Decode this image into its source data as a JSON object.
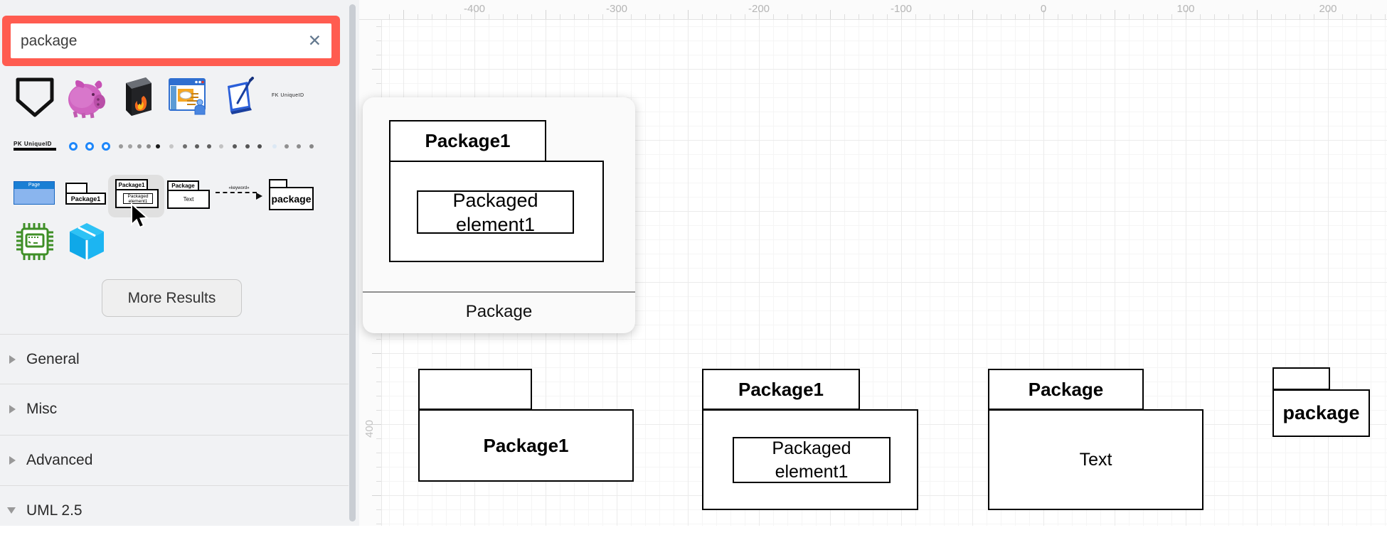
{
  "colors": {
    "search_highlight": "#ff5c50",
    "ring_blue": "#1e87fa",
    "hover_gray": "#e0e0e0",
    "chip_green": "#3f8f27",
    "cube_cyan": "#1cb5f2"
  },
  "sidebar": {
    "search": {
      "value": "package",
      "clear_glyph": "✕"
    },
    "results_row1": {
      "fk_entity_label": "FK  UniqueID"
    },
    "pk_entity_label": "PK  UniqueID",
    "result_dots": [
      "ring",
      "ring",
      "ring",
      "#9b9b9b",
      "#a3a3a3",
      "#959595",
      "#8b8b8b",
      "#1a1a1a",
      "#c6c6c6",
      "#6f6f6f",
      "#5e5e5e",
      "#606060",
      "#c2c2c2",
      "#5a5a5a",
      "#565656",
      "#505050",
      "#dce8f4",
      "#909090",
      "#8d8d8d",
      "#878787"
    ],
    "shape_row": {
      "page_label": "Page",
      "package1_label": "Package1",
      "hovered": {
        "tab": "Package1",
        "line1": "Packaged",
        "line2": "element1"
      },
      "package_text": {
        "tab": "Package",
        "body": "Text"
      },
      "arrow_label": "«keyword»",
      "package_bold_label": "package"
    },
    "more_results_label": "More Results",
    "sections": [
      {
        "label": "General",
        "expanded": false
      },
      {
        "label": "Misc",
        "expanded": false
      },
      {
        "label": "Advanced",
        "expanded": false
      },
      {
        "label": "UML 2.5",
        "expanded": true
      }
    ]
  },
  "tooltip": {
    "tab": "Package1",
    "line1": "Packaged",
    "line2": "element1",
    "caption": "Package"
  },
  "rulers": {
    "horizontal_labels": [
      "-400",
      "-300",
      "-200",
      "-100",
      "0",
      "100",
      "200"
    ],
    "vertical_label": "400"
  },
  "canvas": {
    "shape_a": {
      "body": "Package1"
    },
    "shape_b": {
      "tab": "Package1",
      "line1": "Packaged",
      "line2": "element1"
    },
    "shape_c": {
      "tab": "Package",
      "body": "Text"
    },
    "shape_d": {
      "body": "package"
    }
  }
}
